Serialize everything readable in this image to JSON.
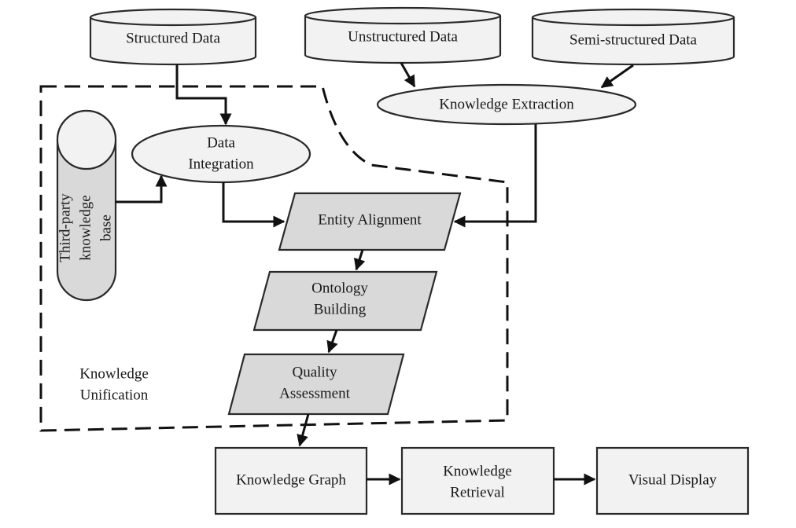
{
  "nodes": {
    "structured_data": "Structured Data",
    "unstructured_data": "Unstructured Data",
    "semi_structured_data": "Semi-structured Data",
    "knowledge_extraction": "Knowledge Extraction",
    "data_integration": [
      "Data",
      "Integration"
    ],
    "third_party_kb": [
      "Third-party",
      "knowledge",
      "base"
    ],
    "entity_alignment": "Entity Alignment",
    "ontology_building": [
      "Ontology",
      "Building"
    ],
    "quality_assessment": [
      "Quality",
      "Assessment"
    ],
    "knowledge_unification": [
      "Knowledge",
      "Unification"
    ],
    "knowledge_graph": "Knowledge Graph",
    "knowledge_retrieval": [
      "Knowledge",
      "Retrieval"
    ],
    "visual_display": "Visual Display"
  },
  "colors": {
    "line": "#111111",
    "shape_fill": "#f2f2f2",
    "process_fill": "#d9d9d9"
  }
}
